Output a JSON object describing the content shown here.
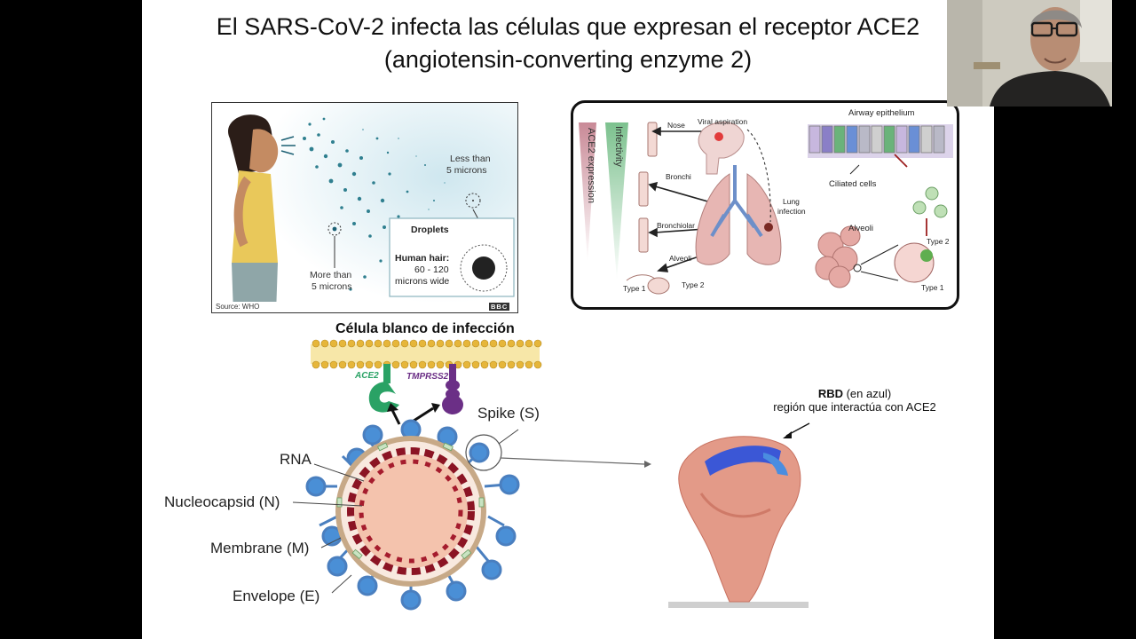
{
  "slide": {
    "title_line1": "El SARS-CoV-2 infecta las células que expresan el receptor ACE2",
    "title_line2": "(angiotensin-converting enzyme 2)"
  },
  "droplets_panel": {
    "less_than": "Less than",
    "five_microns_a": "5 microns",
    "more_than": "More than",
    "five_microns_b": "5 microns",
    "box_title": "Droplets",
    "hair_label": "Human hair:",
    "hair_range": "60 - 120",
    "hair_width": "microns wide",
    "source": "Source: WHO",
    "logo": "BBC"
  },
  "airway_panel": {
    "ace2_expression": "ACE2 expression",
    "infectivity": "Infectivity",
    "nose": "Nose",
    "viral_aspiration": "Viral aspiration",
    "bronchi": "Bronchi",
    "bronchiolar": "Bronchiolar",
    "alveoli_left": "Alveoli",
    "type1_left": "Type 1",
    "type2_left": "Type 2",
    "lung_infection_1": "Lung",
    "lung_infection_2": "infection",
    "airway_epithelium": "Airway epithelium",
    "ciliated_cells": "Ciliated cells",
    "alveoli_right": "Alveoli",
    "type2_right": "Type 2",
    "type1_right": "Type 1"
  },
  "virus_diagram": {
    "cell_title": "Célula blanco de infección",
    "ace2": "ACE2",
    "tmprss2": "TMPRSS2",
    "spike": "Spike (S)",
    "rna": "RNA",
    "nucleocapsid": "Nucleocapsid (N)",
    "membrane": "Membrane (M)",
    "envelope": "Envelope (E)"
  },
  "rbd_label": {
    "bold": "RBD",
    "rest": " (en azul)",
    "line2": "región que interactúa con ACE2"
  }
}
